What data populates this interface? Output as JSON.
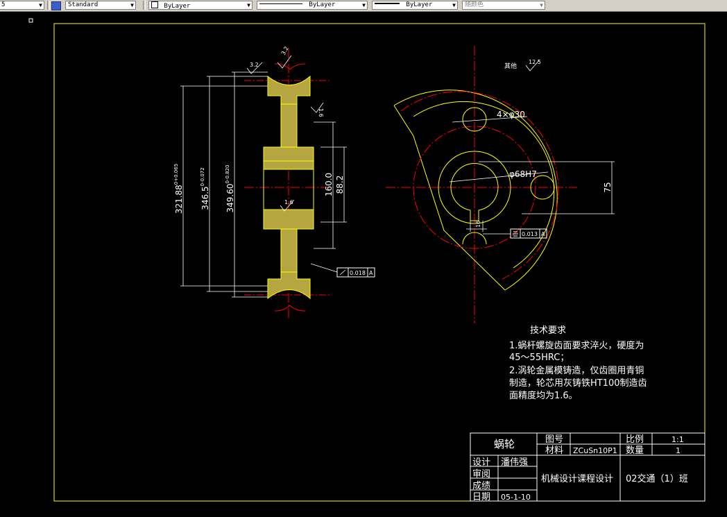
{
  "toolbar": {
    "scale_value": "5",
    "textstyle_value": "Standard",
    "layer_value": "ByLayer",
    "linetype_value": "ByLayer",
    "lineweight_value": "ByLayer",
    "plotstyle_value": "随颜色"
  },
  "drawing": {
    "dims": {
      "d1": "321.88",
      "d1_tol": "0+0.065",
      "d2": "346.5",
      "d2_tol": "0-0.072",
      "d3": "349.60",
      "d3_tol": "0-0.820",
      "d4": "160.0",
      "d5": "88.2",
      "d6": "75",
      "hole": "4×φ30",
      "bore": "φ68H7",
      "keyway": "16"
    },
    "roughness": {
      "r1": "3.2",
      "r2": "3.2",
      "r3": "1.6",
      "r4": "12.5",
      "other_label": "其他"
    },
    "tolerance_frames": {
      "f1_value": "0.018",
      "f1_datum": "A",
      "f2_value": "0.013",
      "f2_datum": "A"
    }
  },
  "tech": {
    "title": "技术要求",
    "line1": "1.蜗杆螺旋齿面要求淬火，硬度为",
    "line2": "45～55HRC；",
    "line3": "2.涡轮金属模铸造，仅齿圈用青铜",
    "line4": "制造，轮芯用灰铸铁HT100制造齿",
    "line5": "面精度均为1.6。"
  },
  "title_block": {
    "part_name": "蜗轮",
    "drawing_no_label": "图号",
    "material_label": "材料",
    "material_value": "ZCuSn10P1",
    "scale_label": "比例",
    "scale_value": "1:1",
    "qty_label": "数量",
    "qty_value": "1",
    "design_label": "设计",
    "designer": "潘伟强",
    "review_label": "审阅",
    "grade_label": "成绩",
    "date_label": "日期",
    "date_value": "05-1-10",
    "course": "机械设计课程设计",
    "class_name": "02交通（1）班"
  },
  "colors": {
    "yellow": "#ffff00",
    "red": "#ff0000",
    "white": "#ffffff",
    "background": "#000000"
  }
}
